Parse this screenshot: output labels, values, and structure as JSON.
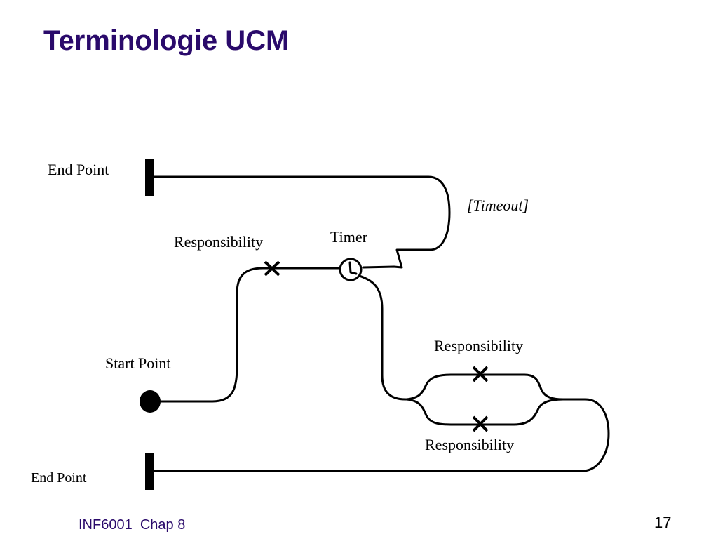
{
  "slide": {
    "title": "Terminologie UCM",
    "footer": "INF6001  Chap 8",
    "page_number": "17"
  },
  "diagram": {
    "labels": {
      "end_point_top": "End Point",
      "timeout": "[Timeout]",
      "responsibility_upper": "Responsibility",
      "timer": "Timer",
      "responsibility_fork_top": "Responsibility",
      "start_point": "Start Point",
      "responsibility_fork_bottom": "Responsibility",
      "end_point_bottom": "End Point"
    }
  }
}
